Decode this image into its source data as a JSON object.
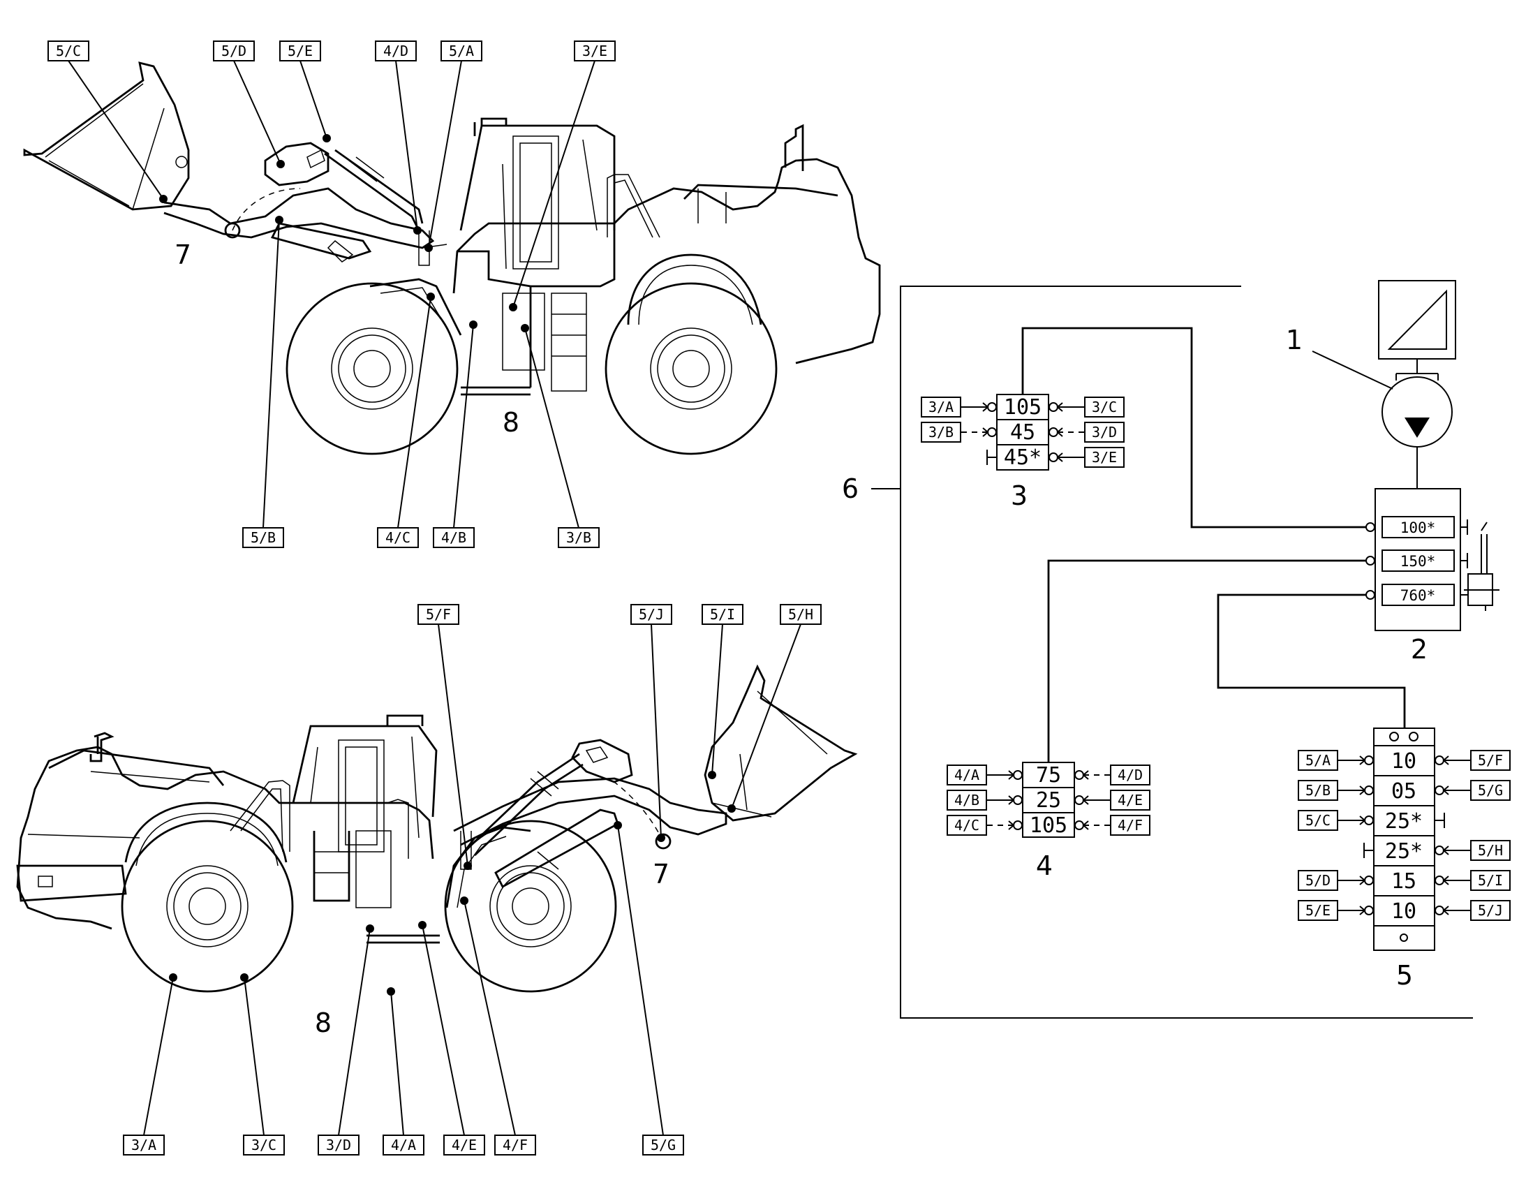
{
  "callouts": {
    "top": [
      "5/C",
      "5/D",
      "5/E",
      "4/D",
      "5/A",
      "3/E",
      "5/B",
      "4/C",
      "4/B",
      "3/B"
    ],
    "bottom": [
      "5/F",
      "5/J",
      "5/I",
      "5/H",
      "3/A",
      "3/C",
      "3/D",
      "4/A",
      "4/E",
      "4/F",
      "5/G"
    ]
  },
  "item_numbers": {
    "top_bucket_pivot": "7",
    "top_central_unit": "8",
    "bottom_bucket_pivot": "7",
    "bottom_central_unit": "8",
    "system": "6"
  },
  "pump": {
    "number": "1"
  },
  "reservoir": {
    "number": "2",
    "values": [
      "100*",
      "150*",
      "760*"
    ]
  },
  "distributor_3": {
    "number": "3",
    "values": [
      "105",
      "45",
      "45*"
    ],
    "left_labels": [
      "3/A",
      "3/B"
    ],
    "right_labels": [
      "3/C",
      "3/D",
      "3/E"
    ]
  },
  "distributor_4": {
    "number": "4",
    "values": [
      "75",
      "25",
      "105"
    ],
    "left_labels": [
      "4/A",
      "4/B",
      "4/C"
    ],
    "right_labels": [
      "4/D",
      "4/E",
      "4/F"
    ]
  },
  "distributor_5": {
    "number": "5",
    "values": [
      "10",
      "05",
      "25*",
      "25*",
      "15",
      "10"
    ],
    "left_labels": [
      "5/A",
      "5/B",
      "5/C",
      "5/D",
      "5/E"
    ],
    "right_labels": [
      "5/F",
      "5/G",
      "5/H",
      "5/I",
      "5/J"
    ]
  }
}
